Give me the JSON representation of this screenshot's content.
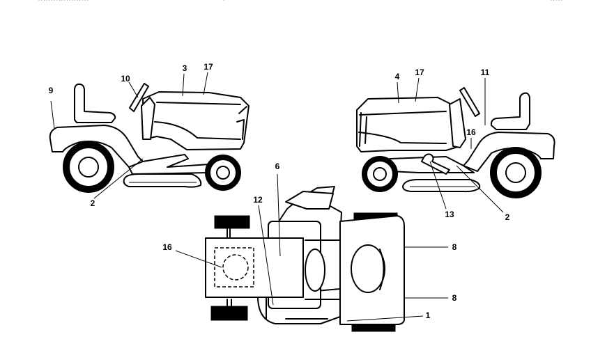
{
  "header_fragments": [
    "· · · · · · · · · · · · · · · · · · · ·",
    "·",
    "· · · · ·"
  ],
  "callouts": {
    "left_seat": "9",
    "left_steering": "10",
    "left_hood": "3",
    "left_hood_top": "17",
    "left_footrest": "2",
    "right_hood": "4",
    "right_hood_top": "17",
    "right_steering": "11",
    "right_fender": "16",
    "right_lever": "13",
    "right_footrest": "2",
    "top_engine": "6",
    "top_side": "12",
    "top_deck": "16",
    "top_rear_upper": "8",
    "top_rear_lower": "8",
    "top_rear_bottom": "1"
  }
}
